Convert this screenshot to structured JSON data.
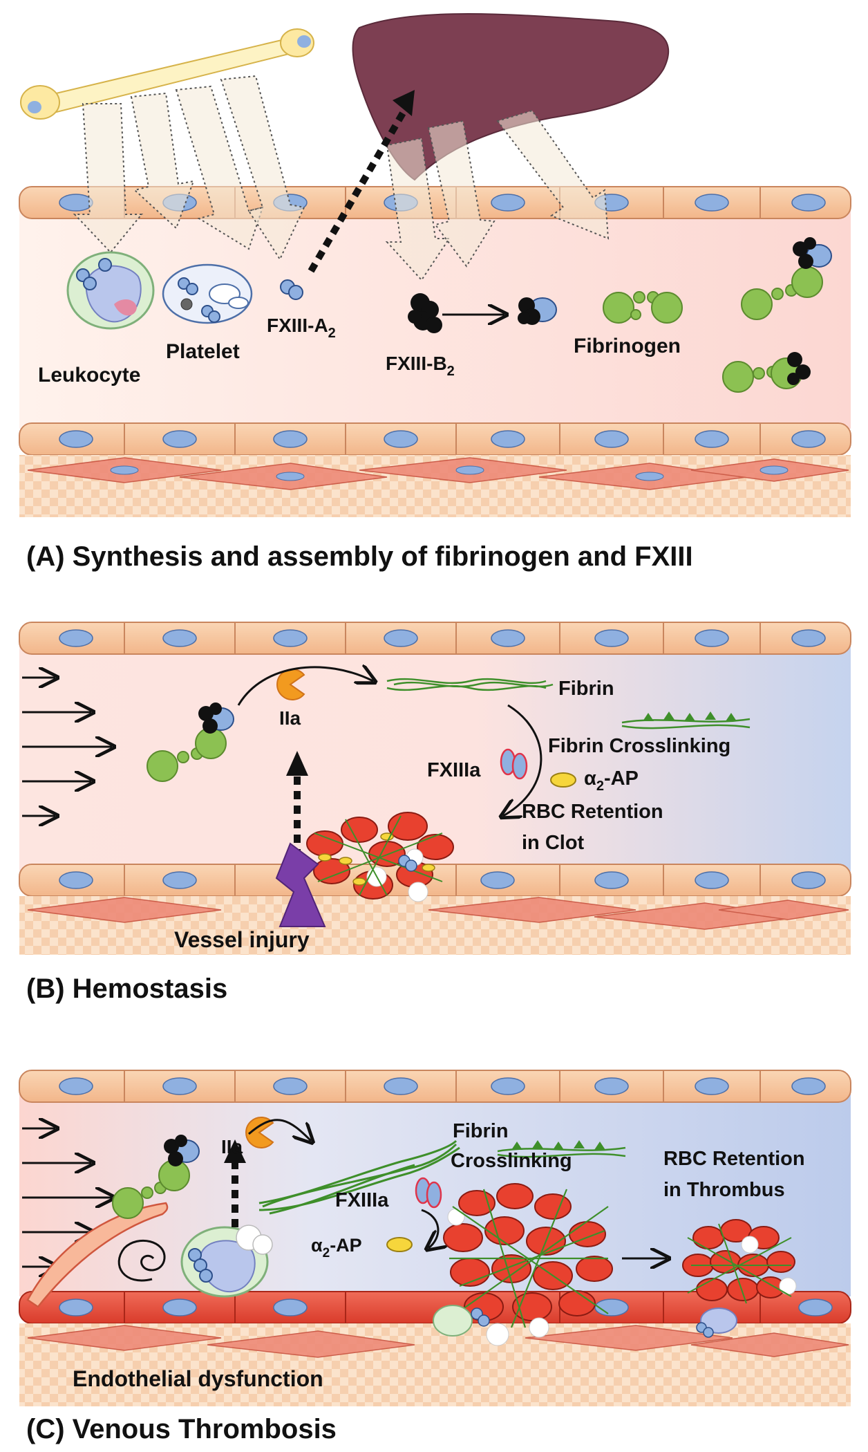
{
  "panel_a": {
    "caption": "(A) Synthesis and assembly of fibrinogen and FXIII",
    "labels": {
      "leukocyte": "Leukocyte",
      "platelet": "Platelet",
      "fxiii_a2": "FXIII-A",
      "fxiii_a2_sub": "2",
      "fxiii_b2": "FXIII-B",
      "fxiii_b2_sub": "2",
      "fibrinogen": "Fibrinogen"
    }
  },
  "panel_b": {
    "caption": "(B) Hemostasis",
    "labels": {
      "thrombin": "IIa",
      "fibrin": "Fibrin",
      "fibrin_crosslinking": "Fibrin Crosslinking",
      "fxiiia": "FXIIIa",
      "alpha2ap_prefix": "α",
      "alpha2ap_sub": "2",
      "alpha2ap_suffix": "-AP",
      "rbc_retention_1": "RBC Retention",
      "rbc_retention_2": "in Clot",
      "vessel_injury": "Vessel injury"
    }
  },
  "panel_c": {
    "caption": "(C) Venous Thrombosis",
    "labels": {
      "thrombin": "IIa",
      "fibrin_1": "Fibrin",
      "fibrin_2": "Crosslinking",
      "fxiiia": "FXIIIa",
      "alpha2ap_prefix": "α",
      "alpha2ap_sub": "2",
      "alpha2ap_suffix": "-AP",
      "rbc_retention_1": "RBC Retention",
      "rbc_retention_2": "in Thrombus",
      "endothelial_dysfunction": "Endothelial dysfunction"
    }
  },
  "colors": {
    "endothelium": "#f5c39a",
    "nucleus": "#8fb0e0",
    "rbc": "#e8412f",
    "fibrin": "#3e8f2a",
    "fibrinogen": "#8cc152",
    "liver": "#7d3f52",
    "injury": "#7a3ea8",
    "lumen_pink": "#fde3df",
    "lumen_blue": "#c9d6ee"
  }
}
